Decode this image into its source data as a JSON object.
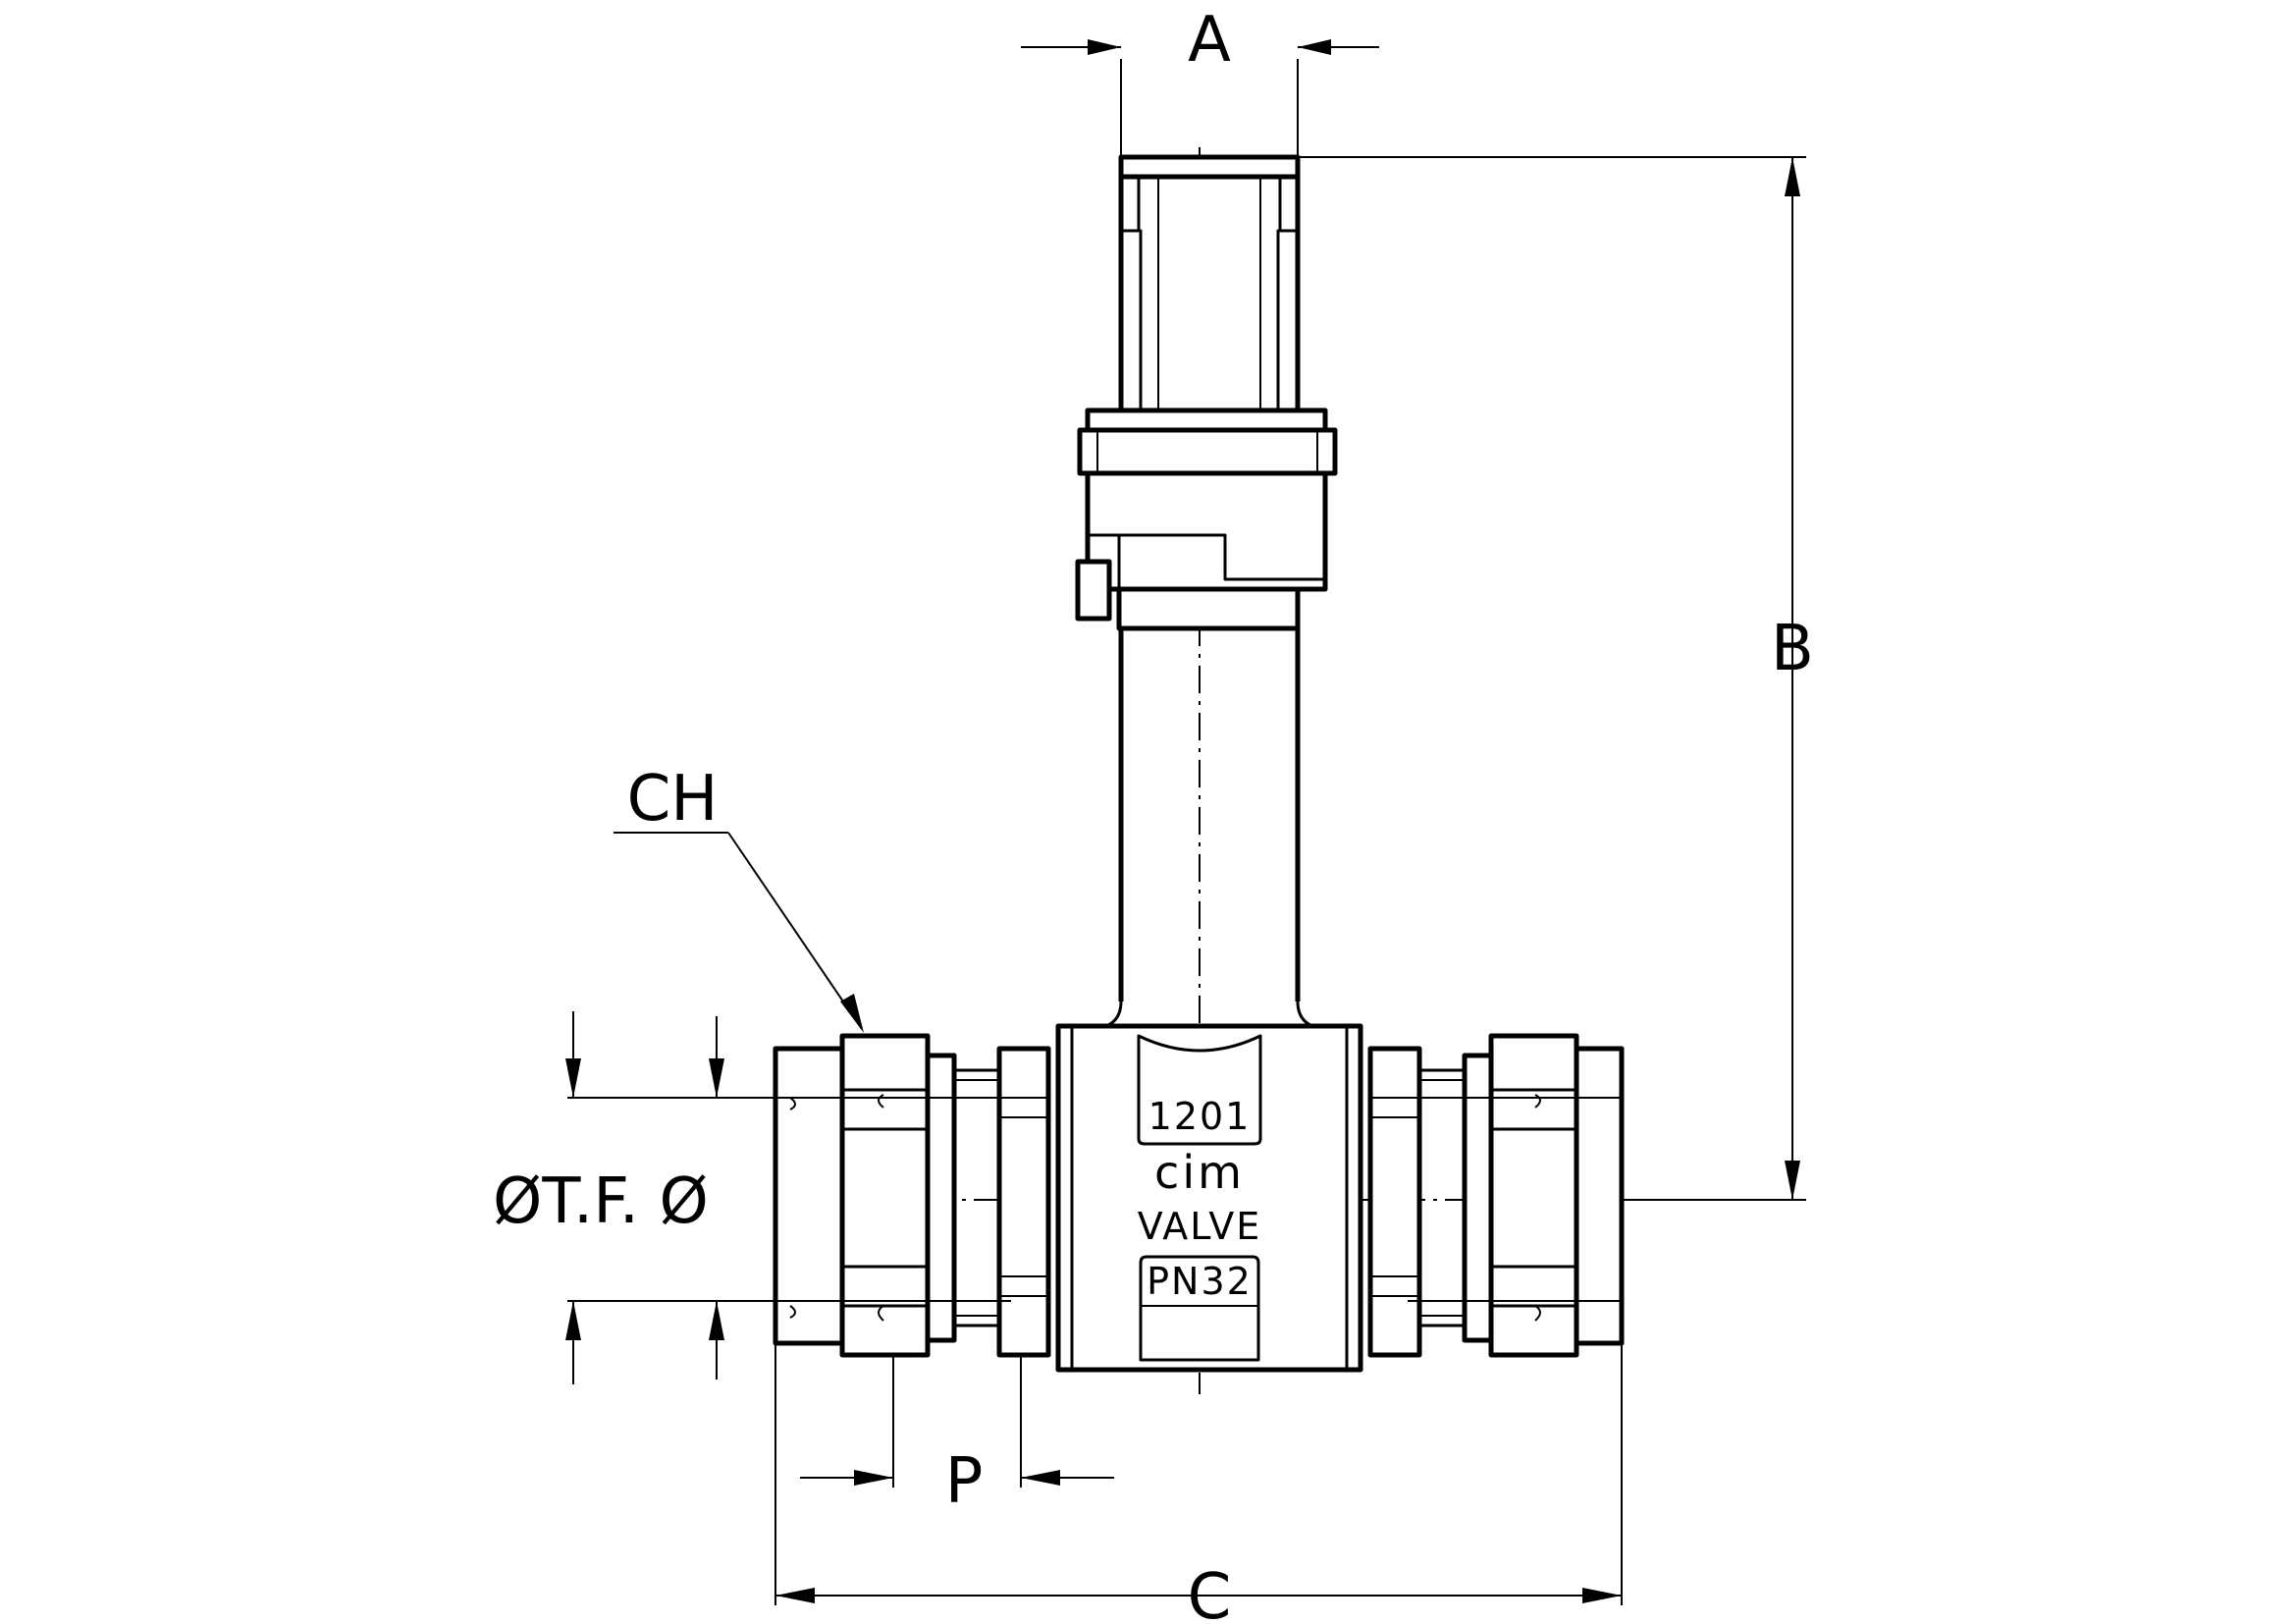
{
  "dimensions": {
    "A": "A",
    "B": "B",
    "C": "C",
    "P": "P",
    "CH": "CH",
    "bore_label": "ØT.F. Ø"
  },
  "body_markings": {
    "code": "1201",
    "brand": "cim",
    "type": "VALVE",
    "pressure": "PN32"
  }
}
